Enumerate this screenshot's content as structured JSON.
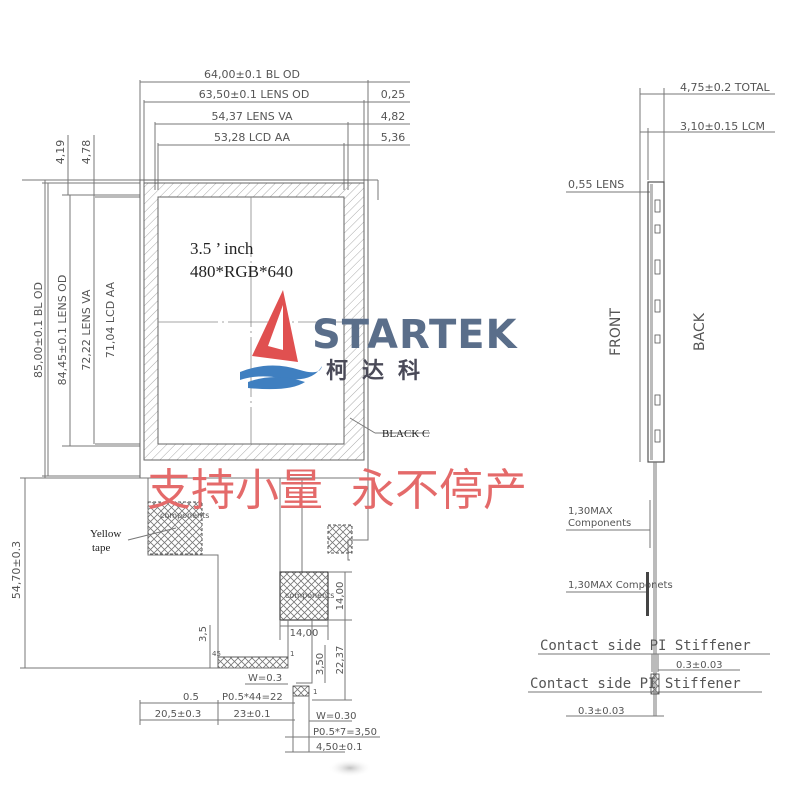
{
  "front_view": {
    "width_dims": {
      "bl_od": "64,00±0.1 BL OD",
      "lens_od": "63,50±0.1 LENS OD",
      "lens_va": "54,37 LENS VA",
      "lcd_aa": "53,28 LCD AA"
    },
    "right_offsets": {
      "a": "0,25",
      "b": "4,82",
      "c": "5,36"
    },
    "top_offsets": {
      "a": "4,19",
      "b": "4,78"
    },
    "height_dims": {
      "bl_od": "85,00±0.1 BL OD",
      "lens_od": "84,45±0.1 LENS OD",
      "lens_va": "72,22 LENS VA",
      "lcd_aa": "71,04 LCD AA"
    },
    "size_label": "3.5 ’ inch",
    "resolution_label": "480*RGB*640",
    "black_label": "BLACK C",
    "yellow_tape_label": [
      "Yellow",
      "tape"
    ],
    "components_label_small": "components",
    "component_label_box": "components",
    "fpc_dims": {
      "total_height": "54,70±0.3",
      "left_small": "3,5",
      "box_h": "14,00",
      "box_w": "14,00",
      "v1": "3,50",
      "v2": "22,37",
      "w1": "W=0.3",
      "half": "0.5",
      "pitch1": "P0.5*44=22",
      "pin_first": "45",
      "pin_last": "1",
      "pin_one": "1",
      "w2": "W=0.30",
      "left_bottom": "20,5±0.3",
      "mid_bottom": "23±0.1",
      "pitch2": "P0.5*7=3,50",
      "conn_w": "4,50±0.1"
    }
  },
  "side_view": {
    "total": "4,75±0.2 TOTAL",
    "lcm": "3,10±0.15 LCM",
    "lens": "0,55 LENS",
    "front": "FRONT",
    "back": "BACK",
    "components_1": [
      "1,30MAX",
      "Components"
    ],
    "components_2": "1,30MAX Componets",
    "stiffener_1": "Contact side PI Stiffener",
    "stiff_dim_1": "0.3±0.03",
    "stiffener_2": "Contact side PI Stiffener",
    "stiff_dim_2": "0.3±0.03"
  },
  "brand": {
    "name": "STARTEK",
    "chinese": "柯达科"
  },
  "watermark": "支持小量  永不停产",
  "colors": {
    "brand_blue": "#5a6e8a",
    "sail_red": "#e05050",
    "wave_blue": "#3f7fc0",
    "watermark_red": "#e46a6a"
  }
}
